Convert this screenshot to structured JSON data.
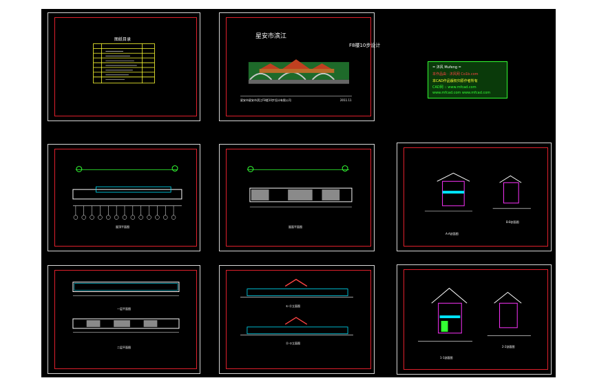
{
  "window": {
    "background": "#000000",
    "frame_color": "#d9d9d9",
    "border_color": "#e0202c"
  },
  "sheets": {
    "cover_index": {
      "title": "图纸目录"
    },
    "cover_title": {
      "project": "星安市滨江",
      "subtitle": "F8楼10步设计",
      "footer_left": "星安市星安市滨江F8楼10步设计有限公司",
      "footer_right": "2011.11"
    },
    "stamp": {
      "line1": "= 沐风 Mufeng =",
      "line2": "本作品由 · 沐风网 Co1b.com",
      "line3": "本CAD作品版权归原作者所有",
      "line4": "CAD网 :: www.mfcad.com",
      "line5": "www.mfcad.com  www.mfcad.com"
    },
    "plan1": {
      "caption": "屋顶平面图"
    },
    "plan2": {
      "caption": "屋面平面图"
    },
    "section_small": {
      "caption_a": "A-A剖面图",
      "caption_b": "B-B剖面图"
    },
    "plan3": {
      "caption_a": "一层平面图",
      "caption_b": "二层平面图"
    },
    "elevation": {
      "caption_a": "①-⑪立面图",
      "caption_b": "⑪-①立面图"
    },
    "section_large": {
      "caption_a": "1-1剖面图",
      "caption_b": "2-2剖面图"
    }
  }
}
